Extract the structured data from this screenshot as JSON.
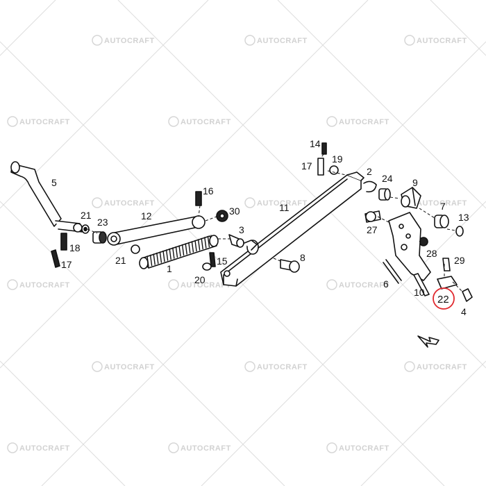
{
  "watermark": {
    "text": "AUTOCRAFT",
    "color": "#d6d6d6"
  },
  "callouts": [
    {
      "id": "c5",
      "text": "5"
    },
    {
      "id": "c12",
      "text": "12"
    },
    {
      "id": "c16",
      "text": "16"
    },
    {
      "id": "c30",
      "text": "30"
    },
    {
      "id": "c21a",
      "text": "21"
    },
    {
      "id": "c23",
      "text": "23"
    },
    {
      "id": "c18",
      "text": "18"
    },
    {
      "id": "c17a",
      "text": "17"
    },
    {
      "id": "c21b",
      "text": "21"
    },
    {
      "id": "c3",
      "text": "3"
    },
    {
      "id": "c1",
      "text": "1"
    },
    {
      "id": "c15",
      "text": "15"
    },
    {
      "id": "c20",
      "text": "20"
    },
    {
      "id": "c11",
      "text": "11"
    },
    {
      "id": "c8",
      "text": "8"
    },
    {
      "id": "c14",
      "text": "14"
    },
    {
      "id": "c17b",
      "text": "17"
    },
    {
      "id": "c19",
      "text": "19"
    },
    {
      "id": "c2",
      "text": "2"
    },
    {
      "id": "c24",
      "text": "24"
    },
    {
      "id": "c9",
      "text": "9"
    },
    {
      "id": "c7",
      "text": "7"
    },
    {
      "id": "c13",
      "text": "13"
    },
    {
      "id": "c27",
      "text": "27"
    },
    {
      "id": "c28",
      "text": "28"
    },
    {
      "id": "c29",
      "text": "29"
    },
    {
      "id": "c6",
      "text": "6"
    },
    {
      "id": "c10",
      "text": "10"
    },
    {
      "id": "c22",
      "text": "22"
    },
    {
      "id": "c4",
      "text": "4"
    }
  ],
  "highlight": {
    "callout": "22",
    "color": "#e0282e"
  }
}
